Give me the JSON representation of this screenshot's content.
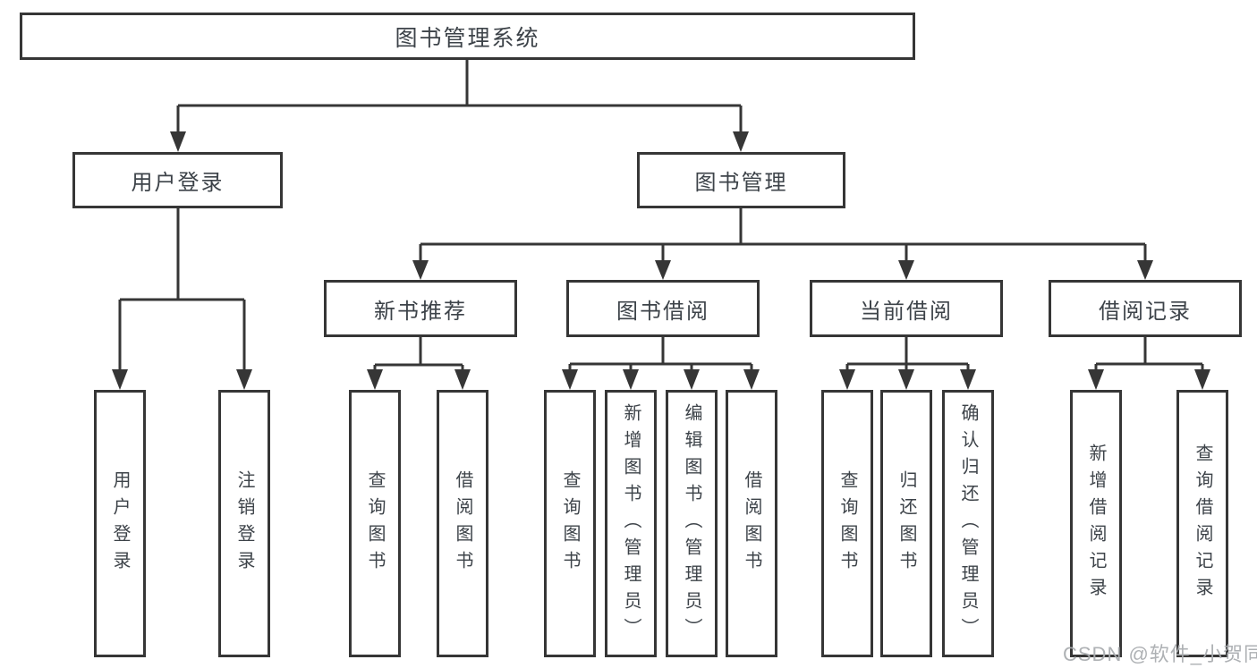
{
  "palette": {
    "line": "#363636",
    "text": "#3d4349",
    "background": "#ffffff",
    "watermark": "#aaadb0"
  },
  "tree": {
    "root": "图书管理系统",
    "branches": [
      {
        "label": "用户登录",
        "children": [
          "用户登录",
          "注销登录"
        ]
      },
      {
        "label": "图书管理"
      }
    ],
    "modules": [
      {
        "label": "新书推荐",
        "children": [
          "查询图书",
          "借阅图书"
        ]
      },
      {
        "label": "图书借阅",
        "children": [
          "查询图书",
          "新增图书（管理员）",
          "编辑图书（管理员）",
          "借阅图书"
        ]
      },
      {
        "label": "当前借阅",
        "children": [
          "查询图书",
          "归还图书",
          "确认归还（管理员）"
        ]
      },
      {
        "label": "借阅记录",
        "children": [
          "新增借阅记录",
          "查询借阅记录"
        ]
      }
    ]
  },
  "watermark": "CSDN @软件_小贺同学"
}
